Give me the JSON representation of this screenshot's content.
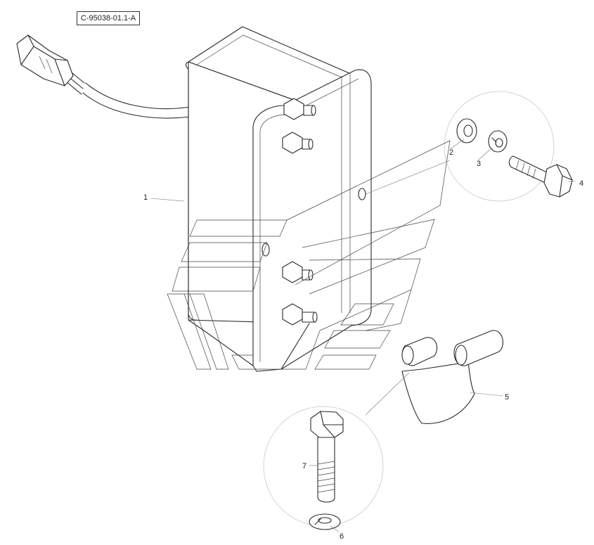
{
  "drawing": {
    "reference_code": "C-95038-01.1-A"
  },
  "callouts": [
    {
      "id": "callout-1",
      "label": "1"
    },
    {
      "id": "callout-2",
      "label": "2"
    },
    {
      "id": "callout-3",
      "label": "3"
    },
    {
      "id": "callout-4",
      "label": "4"
    },
    {
      "id": "callout-5",
      "label": "5"
    },
    {
      "id": "callout-6",
      "label": "6"
    },
    {
      "id": "callout-7",
      "label": "7"
    }
  ],
  "colors": {
    "line": "#2a2a2a",
    "detail_circle": "#c8c8c8",
    "background": "#ffffff"
  }
}
